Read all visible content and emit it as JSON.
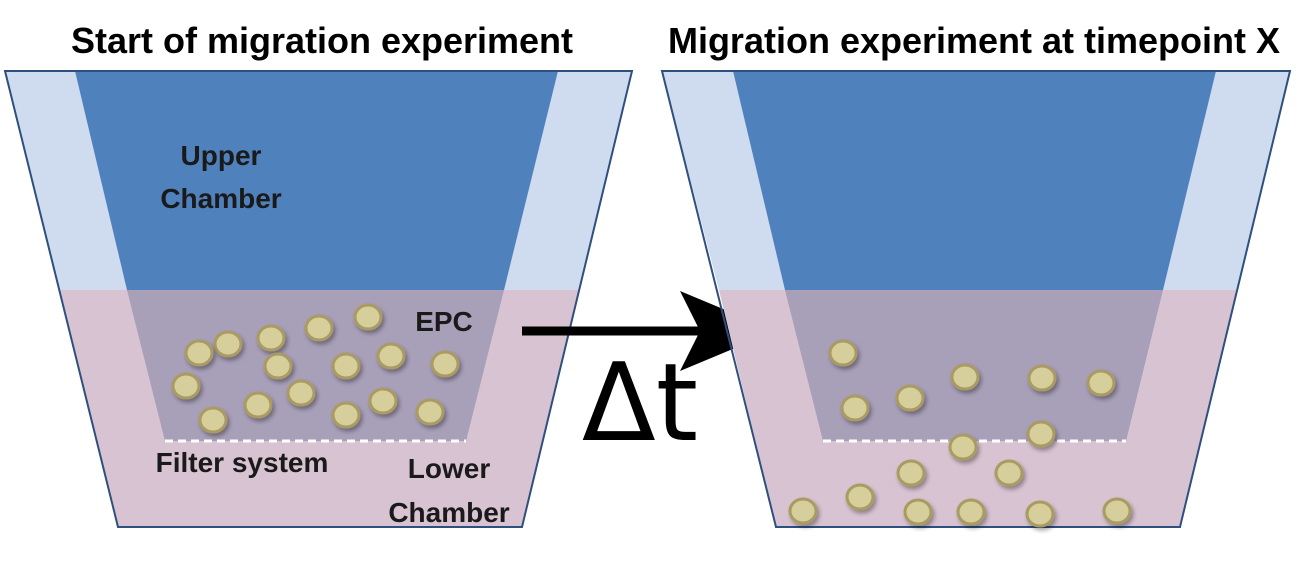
{
  "left_panel": {
    "title": "Start of migration experiment",
    "upper_chamber_label": [
      "Upper",
      "Chamber"
    ],
    "epc_label": "EPC",
    "filter_label": "Filter system",
    "lower_chamber_label": [
      "Lower",
      "Chamber"
    ]
  },
  "right_panel": {
    "title": "Migration experiment at timepoint X"
  },
  "transition": {
    "delta_label": "Δt"
  },
  "colors": {
    "outer_wall": "#cfdcef",
    "upper_medium": "#4f81bd",
    "lower_medium": "#d7c3d1",
    "insert_overlap": "#a89fb8",
    "cell_fill": "#d6cf9b",
    "cell_stroke": "#a99b62",
    "outline": "#2f4f7f"
  }
}
